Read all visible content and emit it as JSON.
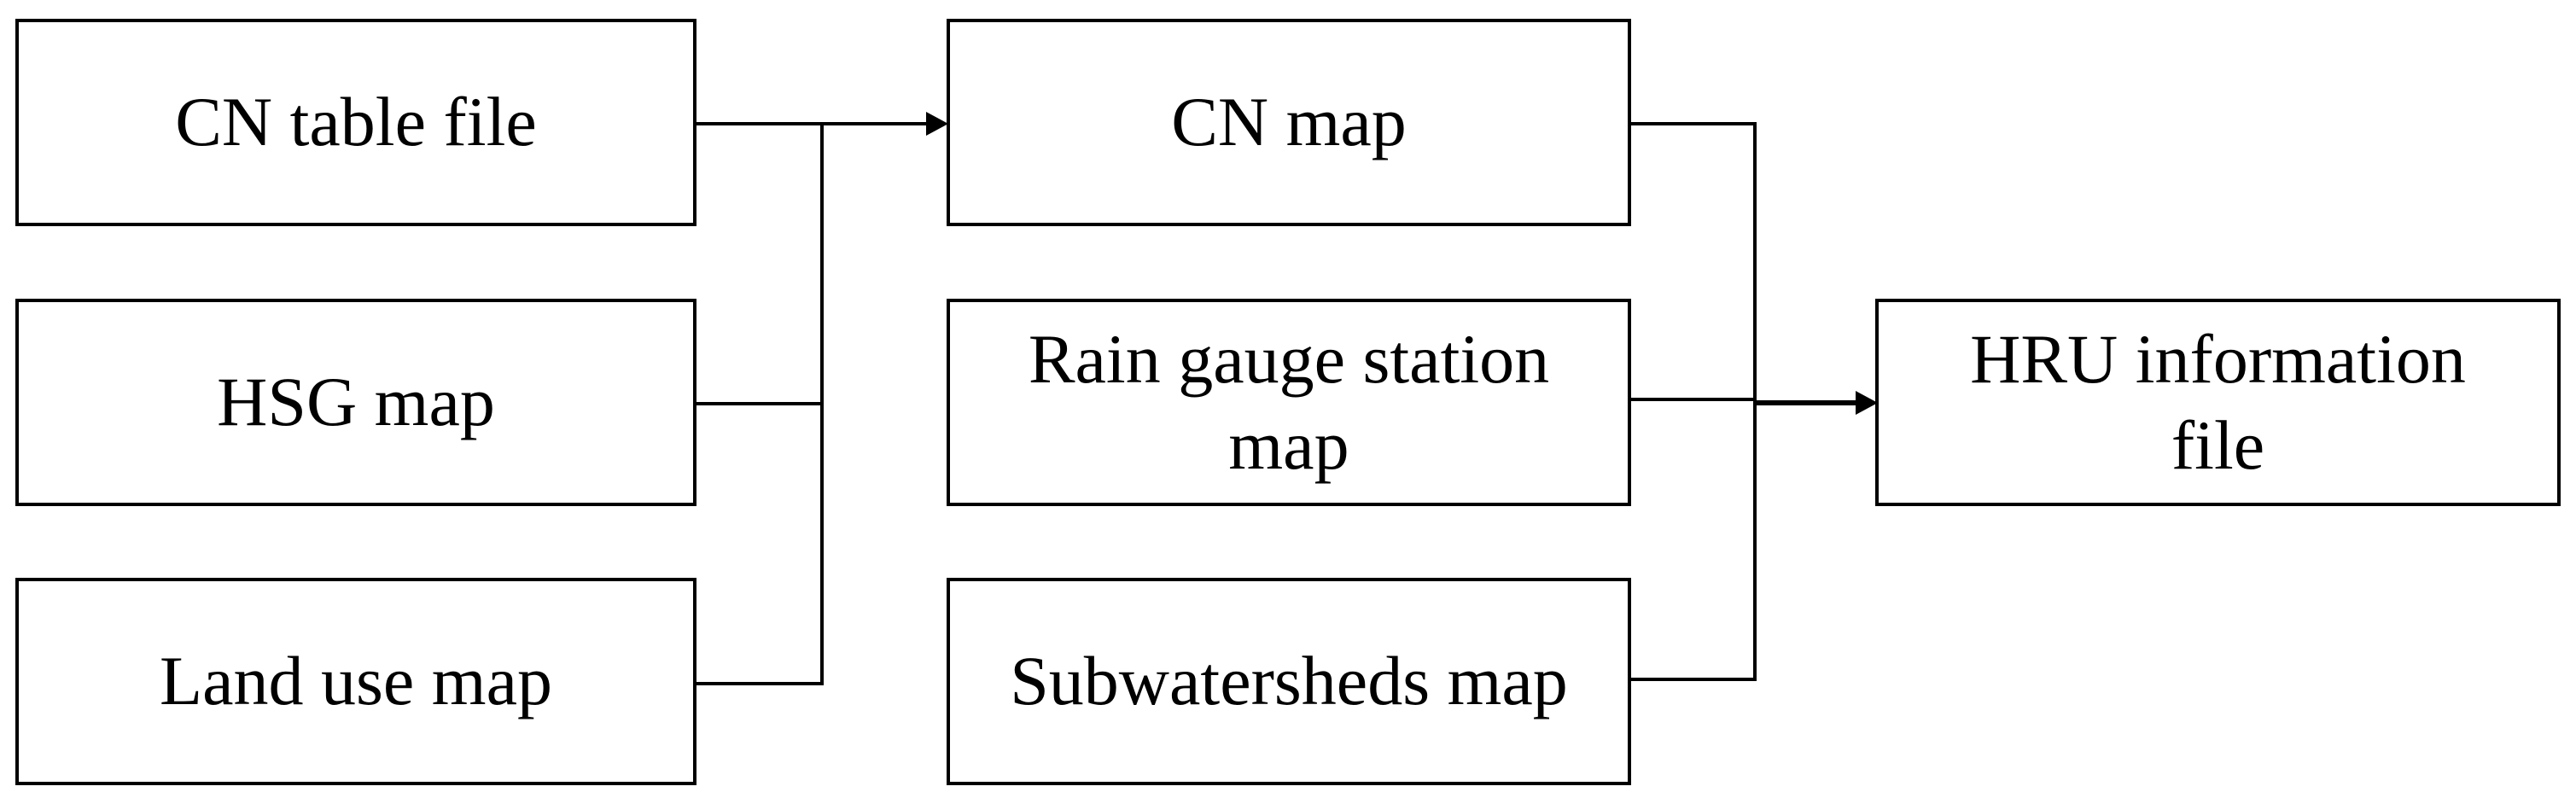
{
  "diagram": {
    "inputs": {
      "cn_table": "CN table file",
      "hsg_map": "HSG map",
      "land_use_map": "Land use map"
    },
    "intermediate": {
      "cn_map": "CN map",
      "rain_gauge_map": "Rain gauge station\nmap",
      "subwatersheds_map": "Subwatersheds map"
    },
    "output": {
      "hru_file": "HRU information\nfile"
    },
    "colors": {
      "stroke": "#000000",
      "background": "#ffffff"
    }
  }
}
